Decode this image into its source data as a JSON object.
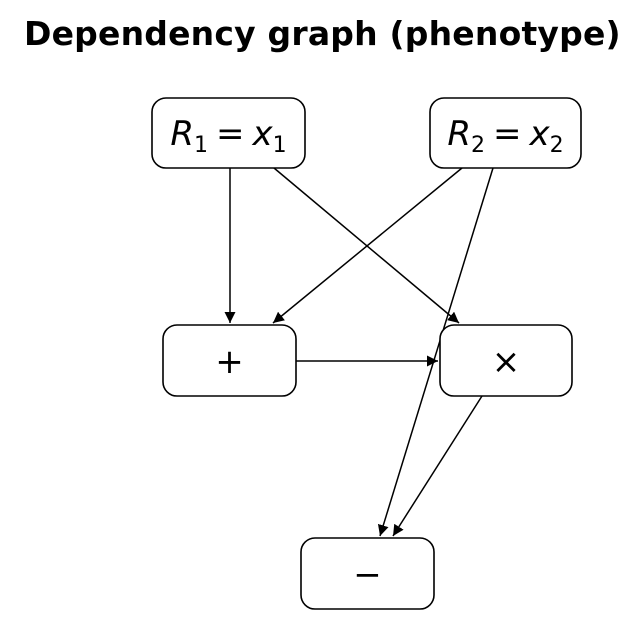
{
  "title": "Dependency graph (phenotype)",
  "nodes": [
    {
      "id": "R1",
      "var": "R",
      "var_sub": "1",
      "eq": "=",
      "val": "x",
      "val_sub": "1"
    },
    {
      "id": "R2",
      "var": "R",
      "var_sub": "2",
      "eq": "=",
      "val": "x",
      "val_sub": "2"
    },
    {
      "id": "plus",
      "label": "+"
    },
    {
      "id": "times",
      "label": "×"
    },
    {
      "id": "minus",
      "label": "−"
    }
  ],
  "edges": [
    {
      "from": "R1",
      "to": "plus"
    },
    {
      "from": "R1",
      "to": "times"
    },
    {
      "from": "R2",
      "to": "plus"
    },
    {
      "from": "R2",
      "to": "minus"
    },
    {
      "from": "plus",
      "to": "times"
    },
    {
      "from": "times",
      "to": "minus"
    }
  ]
}
